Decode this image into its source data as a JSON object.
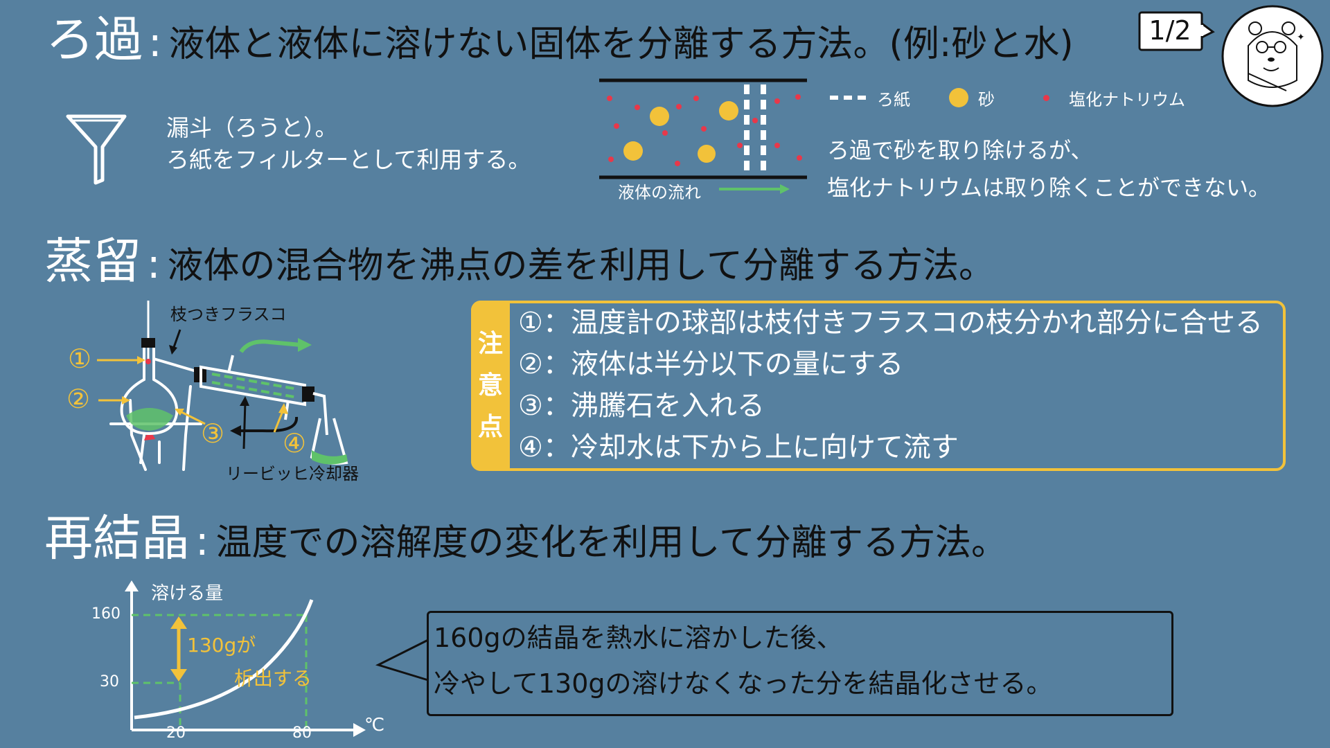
{
  "page_number": "1/2",
  "sections": {
    "filtration": {
      "term": "ろ過",
      "desc": "液体と液体に溶けない固体を分離する方法。(例:砂と水)",
      "funnel_line1": "漏斗（ろうと）。",
      "funnel_line2": "ろ紙をフィルターとして利用する。",
      "legend_paper": "ろ紙",
      "legend_sand": "砂",
      "legend_salt": "塩化ナトリウム",
      "flow_label": "液体の流れ",
      "note_line1": "ろ過で砂を取り除けるが、",
      "note_line2": "塩化ナトリウムは取り除くことができない。"
    },
    "distillation": {
      "term": "蒸留",
      "desc": "液体の混合物を沸点の差を利用して分離する方法。",
      "label_flask": "枝つきフラスコ",
      "label_condenser": "リービッヒ冷却器",
      "markers": [
        "①",
        "②",
        "③",
        "④"
      ],
      "caution_tab": [
        "注",
        "意",
        "点"
      ],
      "caution_items": [
        "①：温度計の球部は枝付きフラスコの枝分かれ部分に合せる",
        "②：液体は半分以下の量にする",
        "③：沸騰石を入れる",
        "④：冷却水は下から上に向けて流す"
      ]
    },
    "recrystallization": {
      "term": "再結晶",
      "desc": "温度での溶解度の変化を利用して分離する方法。",
      "ylabel": "溶ける量",
      "xlabel": "℃",
      "y_ticks": [
        "160",
        "30"
      ],
      "x_ticks": [
        "20",
        "80"
      ],
      "annotation_line1": "130gが",
      "annotation_line2": "析出する",
      "speech_line1": "160gの結晶を熱水に溶かした後、",
      "speech_line2": "冷やして130gの溶けなくなった分を結晶化させる。"
    }
  },
  "colors": {
    "background": "#56809f",
    "accent_yellow": "#f2c23a",
    "green": "#5fc26a",
    "salt_red": "#e8384a",
    "text_dark": "#111111"
  }
}
